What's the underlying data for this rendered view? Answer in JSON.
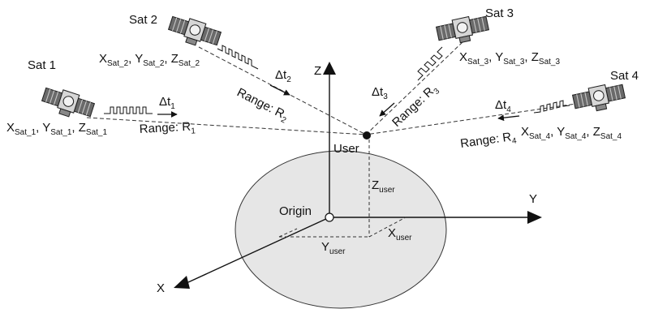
{
  "satellites": [
    {
      "label": "Sat 1",
      "coord": {
        "x": "X",
        "x_sub": "Sat_1",
        "y": "Y",
        "y_sub": "Sat_1",
        "z": "Z",
        "z_sub": "Sat_1"
      },
      "delta": {
        "main": "Δt",
        "sub": "1"
      },
      "range": {
        "main": "Range: R",
        "sub": "1"
      }
    },
    {
      "label": "Sat 2",
      "coord": {
        "x": "X",
        "x_sub": "Sat_2",
        "y": "Y",
        "y_sub": "Sat_2",
        "z": "Z",
        "z_sub": "Sat_2"
      },
      "delta": {
        "main": "Δt",
        "sub": "2"
      },
      "range": {
        "main": "Range: R",
        "sub": "2"
      }
    },
    {
      "label": "Sat 3",
      "coord": {
        "x": "X",
        "x_sub": "Sat_3",
        "y": "Y",
        "y_sub": "Sat_3",
        "z": "Z",
        "z_sub": "Sat_3"
      },
      "delta": {
        "main": "Δt",
        "sub": "3"
      },
      "range": {
        "main": "Range: R",
        "sub": "3"
      }
    },
    {
      "label": "Sat 4",
      "coord": {
        "x": "X",
        "x_sub": "Sat_4",
        "y": "Y",
        "y_sub": "Sat_4",
        "z": "Z",
        "z_sub": "Sat_4"
      },
      "delta": {
        "main": "Δt",
        "sub": "4"
      },
      "range": {
        "main": "Range: R",
        "sub": "4"
      }
    }
  ],
  "axes": {
    "x": "X",
    "y": "Y",
    "z": "Z"
  },
  "user": {
    "label": "User",
    "z_main": "Z",
    "z_sub": "user",
    "x_main": "X",
    "x_sub": "user",
    "y_main": "Y",
    "y_sub": "user"
  },
  "origin": {
    "label": "Origin"
  },
  "icons": {
    "satellite": "satellite-icon",
    "user_point": "user-point-icon",
    "origin_point": "origin-point-icon"
  },
  "colors": {
    "earth_fill": "#e6e6e6",
    "ink": "#111111"
  }
}
